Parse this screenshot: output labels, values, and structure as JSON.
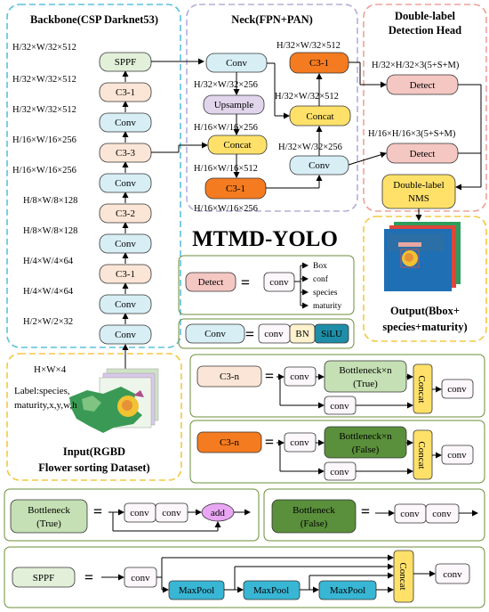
{
  "title": "MTMD-YOLO",
  "backbone": {
    "title": "Backbone(CSP Darknet53)",
    "blocks": [
      "SPPF",
      "C3-1",
      "Conv",
      "C3-3",
      "Conv",
      "C3-2",
      "Conv",
      "C3-1",
      "Conv",
      "Conv"
    ],
    "dims": [
      "H/32×W/32×512",
      "H/32×W/32×512",
      "H/32×W/32×512",
      "H/16×W/16×256",
      "H/16×W/16×256",
      "H/8×W/8×128",
      "H/8×W/8×128",
      "H/4×W/4×64",
      "H/4×W/4×64",
      "H/2×W/2×32"
    ]
  },
  "neck": {
    "title": "Neck(FPN+PAN)",
    "conv_top": "Conv",
    "upsample": "Upsample",
    "concat_left": "Concat",
    "c3_left": "C3-1",
    "c3_right": "C3-1",
    "concat_right": "Concat",
    "conv_right": "Conv",
    "dims": [
      "H/32×W/32×256",
      "H/16×W/16×256",
      "H/16×W/16×512",
      "H/16×W/16×256",
      "H/32×W/32×512",
      "H/32×W/32×512",
      "H/32×W/32×256"
    ]
  },
  "head": {
    "title_line1": "Double-label",
    "title_line2": "Detection Head",
    "dim1": "H/32×H/32×3(5+S+M)",
    "dim2": "H/16×H/16×3(5+S+M)",
    "detect1": "Detect",
    "detect2": "Detect",
    "nms_line1": "Double-label",
    "nms_line2": "NMS"
  },
  "input": {
    "dim": "H×W×4",
    "label_line1": "Label:species,",
    "label_line2": "maturity,x,y,w,h",
    "caption_line1": "Input(RGBD",
    "caption_line2": "Flower sorting Dataset)"
  },
  "output": {
    "caption_line1": "Output(Bbox+",
    "caption_line2": "species+maturity)"
  },
  "legend_detect": {
    "name": "Detect",
    "conv": "conv",
    "outputs": [
      "Box",
      "conf",
      "species",
      "maturity"
    ]
  },
  "legend_conv": {
    "name": "Conv",
    "parts": [
      "conv",
      "BN",
      "SiLU"
    ]
  },
  "c3_true": {
    "name": "C3-n",
    "conv_a": "conv",
    "bottleneck_line1": "Bottleneck×n",
    "bottleneck_line2": "(True)",
    "concat": "Concat",
    "conv_out": "conv",
    "conv_b": "conv"
  },
  "c3_false": {
    "name": "C3-n",
    "conv_a": "conv",
    "bottleneck_line1": "Bottleneck×n",
    "bottleneck_line2": "(False)",
    "concat": "Concat",
    "conv_out": "conv",
    "conv_b": "conv"
  },
  "bottleneck_true": {
    "name_line1": "Bottleneck",
    "name_line2": "(True)",
    "conv1": "conv",
    "conv2": "conv",
    "add": "add"
  },
  "bottleneck_false": {
    "name_line1": "Bottleneck",
    "name_line2": "(False)",
    "conv1": "conv",
    "conv2": "conv"
  },
  "sppf": {
    "name": "SPPF",
    "conv_in": "conv",
    "maxpool": [
      "MaxPool",
      "MaxPool",
      "MaxPool"
    ],
    "concat": "Concat",
    "conv_out": "conv"
  },
  "colors": {
    "conv": "#d7eef5",
    "c3": "#fbe5d6",
    "sppf": "#e2f0d9",
    "upsample": "#e1d5ec",
    "concat": "#ffe16a",
    "c3_orange": "#f47b20",
    "detect": "#f4c7c3",
    "bottleneck_true": "#c5e0b4",
    "bottleneck_false": "#5a8f3b",
    "maxpool": "#38b6d4",
    "silu": "#1e8ea8",
    "bn": "#fff2cc"
  }
}
